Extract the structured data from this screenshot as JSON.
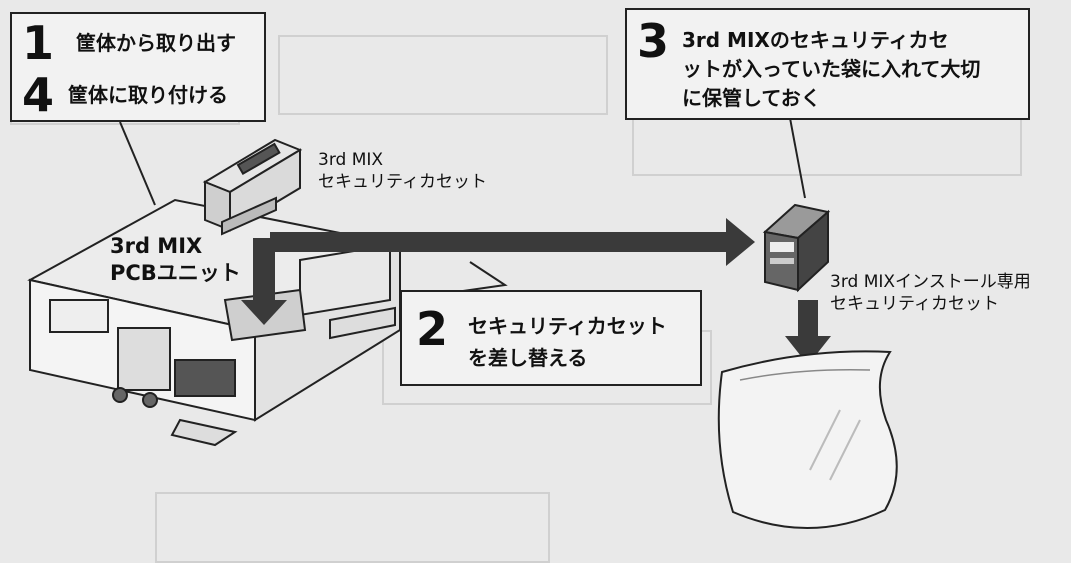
{
  "steps": [
    {
      "number": "1",
      "text": "筐体から取り出す"
    },
    {
      "number": "4",
      "text": "筐体に取り付ける"
    },
    {
      "number": "2",
      "text_line1": "セキュリティカセット",
      "text_line2": "を差し替える"
    },
    {
      "number": "3",
      "text_line1": "3rd MIXのセキュリティカセ",
      "text_line2": "ットが入っていた袋に入れて大切",
      "text_line3": "に保管しておく"
    }
  ],
  "labels": {
    "cassette_line1": "3rd MIX",
    "cassette_line2": "セキュリティカセット",
    "pcb_line1": "3rd MIX",
    "pcb_line2": "PCBユニット",
    "install_line1": "3rd MIXインストール専用",
    "install_line2": "セキュリティカセット"
  },
  "colors": {
    "background": "#e9e9e9",
    "arrow": "#3a3a3a",
    "callout_fill": "#f2f2f2",
    "ghost": "#d0d0d0"
  }
}
